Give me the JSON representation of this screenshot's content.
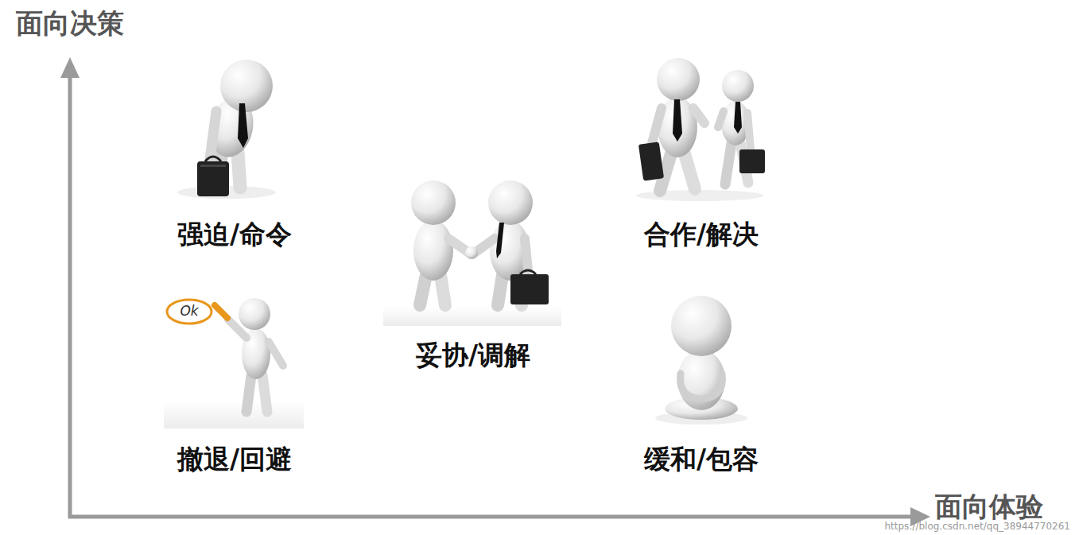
{
  "diagram": {
    "labels": [
      "面向决策",
      "强迫/命令",
      "合作/解决",
      "Ok",
      "妥协/调解",
      "撤退/回避",
      "缓和/包容",
      "面向体验",
      "https://blog.csdn.net/qq_38944770261"
    ]
  }
}
